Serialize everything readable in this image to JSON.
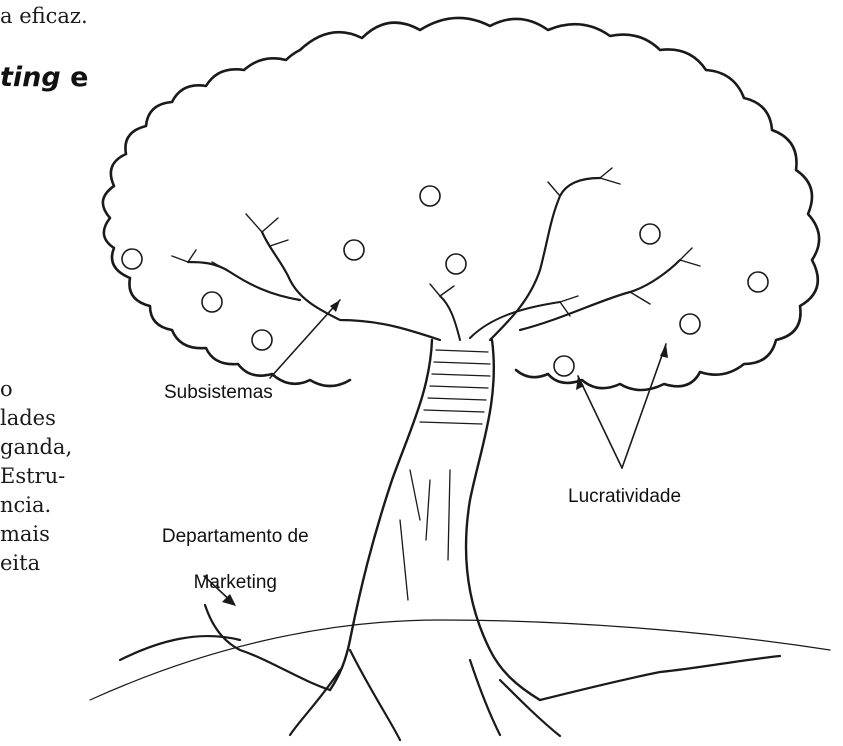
{
  "page": {
    "top_line": "a eficaz.",
    "heading_italic": "ting",
    "heading_rest": " e",
    "left_fragments": [
      "o",
      "lades",
      "ganda,",
      "Estru-",
      "ncia.",
      "mais",
      "eita"
    ]
  },
  "diagram": {
    "labels": {
      "subsistemas": "Subsistemas",
      "lucratividade": "Lucratividade",
      "departamento_line1": "Departamento de",
      "departamento_line2": "Marketing"
    }
  }
}
